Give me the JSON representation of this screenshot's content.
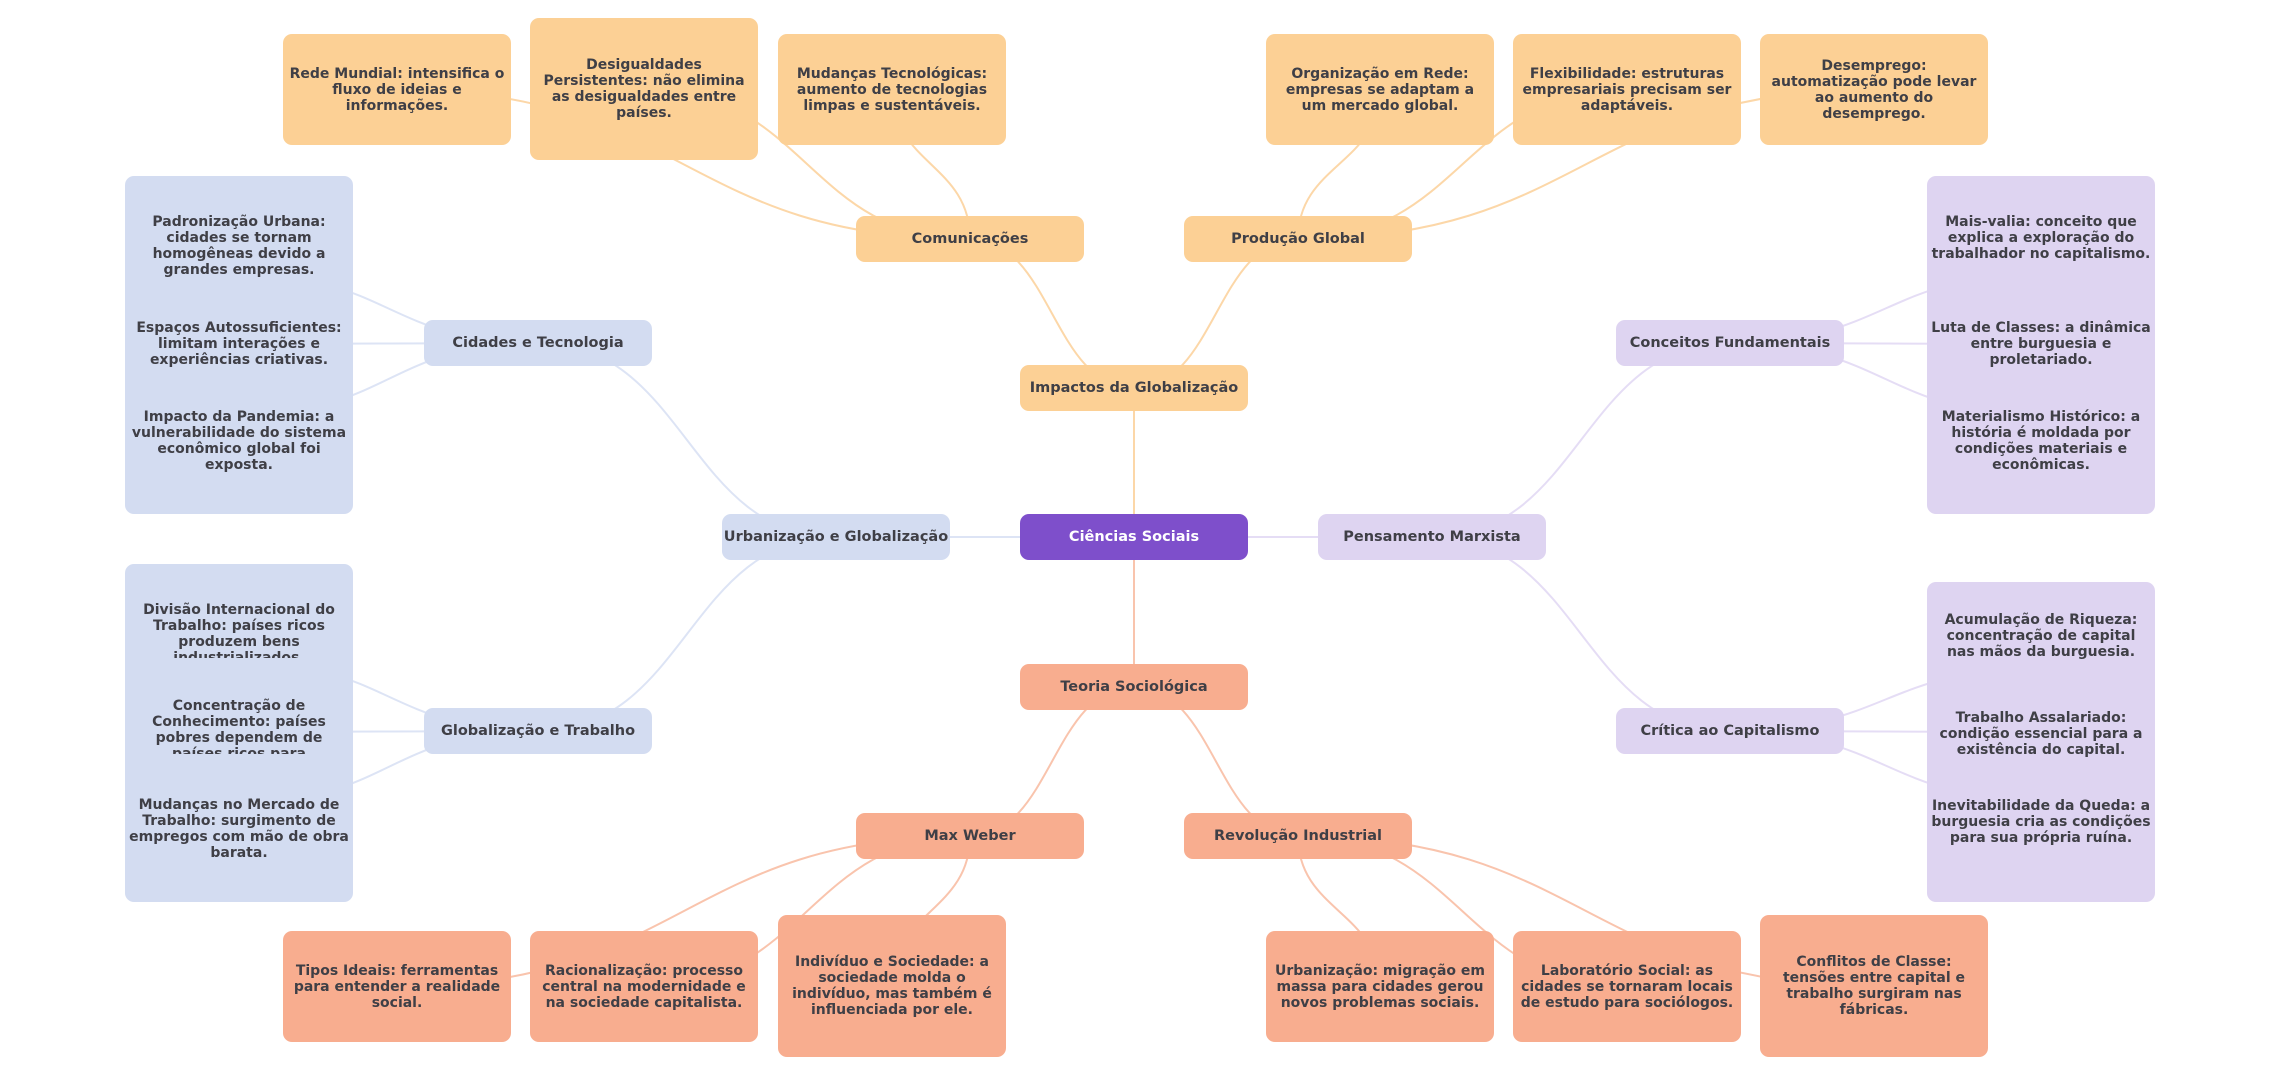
{
  "colors": {
    "root": "#7e4fcb",
    "orange": "#fcd095",
    "orange_edge": "#fcd7a8",
    "salmon": "#f8ad8f",
    "salmon_edge": "#f9c4ad",
    "blue": "#d3dcf1",
    "blue_edge": "#dde4f5",
    "purple": "#ded4f1",
    "purple_edge": "#e5ddf5",
    "text": "#3f3f46"
  },
  "root": {
    "id": "root",
    "label": "Ciências Sociais"
  },
  "branches": [
    {
      "id": "impactos",
      "label": "Impactos da Globalização",
      "color": "orange",
      "parent": "root"
    },
    {
      "id": "teoria",
      "label": "Teoria Sociológica",
      "color": "salmon",
      "parent": "root"
    },
    {
      "id": "urbanizacao",
      "label": "Urbanização e Globalização",
      "color": "blue",
      "parent": "root"
    },
    {
      "id": "marxista",
      "label": "Pensamento Marxista",
      "color": "purple",
      "parent": "root"
    },
    {
      "id": "comunicacoes",
      "label": "Comunicações",
      "color": "orange",
      "parent": "impactos"
    },
    {
      "id": "producao",
      "label": "Produção Global",
      "color": "orange",
      "parent": "impactos"
    },
    {
      "id": "weber",
      "label": "Max Weber",
      "color": "salmon",
      "parent": "teoria"
    },
    {
      "id": "revolucao",
      "label": "Revolução Industrial",
      "color": "salmon",
      "parent": "teoria"
    },
    {
      "id": "cidades",
      "label": "Cidades e Tecnologia",
      "color": "blue",
      "parent": "urbanizacao"
    },
    {
      "id": "globtrab",
      "label": "Globalização e Trabalho",
      "color": "blue",
      "parent": "urbanizacao"
    },
    {
      "id": "conceitos",
      "label": "Conceitos Fundamentais",
      "color": "purple",
      "parent": "marxista"
    },
    {
      "id": "critica",
      "label": "Crítica ao Capitalismo",
      "color": "purple",
      "parent": "marxista"
    }
  ],
  "leaves": [
    {
      "id": "rede",
      "parent": "comunicacoes",
      "color": "orange",
      "text": "Rede Mundial: intensifica o fluxo de ideias e informações."
    },
    {
      "id": "desig",
      "parent": "comunicacoes",
      "color": "orange",
      "text": "Desigualdades Persistentes: não elimina as desigualdades entre países."
    },
    {
      "id": "mudtec",
      "parent": "comunicacoes",
      "color": "orange",
      "text": "Mudanças Tecnológicas: aumento de tecnologias limpas e sustentáveis."
    },
    {
      "id": "orgrede",
      "parent": "producao",
      "color": "orange",
      "text": "Organização em Rede: empresas se adaptam a um mercado global."
    },
    {
      "id": "flex",
      "parent": "producao",
      "color": "orange",
      "text": "Flexibilidade: estruturas empresariais precisam ser adaptáveis."
    },
    {
      "id": "desemp",
      "parent": "producao",
      "color": "orange",
      "text": "Desemprego: automatização pode levar ao aumento do desemprego."
    },
    {
      "id": "tipos",
      "parent": "weber",
      "color": "salmon",
      "text": "Tipos Ideais: ferramentas para entender a realidade social."
    },
    {
      "id": "racion",
      "parent": "weber",
      "color": "salmon",
      "text": "Racionalização: processo central na modernidade e na sociedade capitalista."
    },
    {
      "id": "indiv",
      "parent": "weber",
      "color": "salmon",
      "text": "Indivíduo e Sociedade: a sociedade molda o indivíduo, mas também é influenciada por ele."
    },
    {
      "id": "urbmig",
      "parent": "revolucao",
      "color": "salmon",
      "text": "Urbanização: migração em massa para cidades gerou novos problemas sociais."
    },
    {
      "id": "lab",
      "parent": "revolucao",
      "color": "salmon",
      "text": "Laboratório Social: as cidades se tornaram locais de estudo para sociólogos."
    },
    {
      "id": "conflitos",
      "parent": "revolucao",
      "color": "salmon",
      "text": "Conflitos de Classe: tensões entre capital e trabalho surgiram nas fábricas."
    }
  ],
  "leaf_groups": [
    {
      "id": "grp-cidades",
      "parent": "cidades",
      "color": "blue",
      "items": [
        "Padronização Urbana: cidades se tornam homogêneas devido a grandes empresas.",
        "Espaços Autossuficientes: limitam interações e experiências criativas.",
        "Impacto da Pandemia: a vulnerabilidade do sistema econômico global foi exposta."
      ]
    },
    {
      "id": "grp-globtrab",
      "parent": "globtrab",
      "color": "blue",
      "items": [
        "Divisão Internacional do Trabalho: países ricos produzem bens industrializados.",
        "Concentração de Conhecimento: países pobres dependem de países ricos para tecnologia.",
        "Mudanças no Mercado de Trabalho: surgimento de empregos com mão de obra barata."
      ]
    },
    {
      "id": "grp-conceitos",
      "parent": "conceitos",
      "color": "purple",
      "items": [
        "Mais-valia: conceito que explica a exploração do trabalhador no capitalismo.",
        "Luta de Classes: a dinâmica entre burguesia e proletariado.",
        "Materialismo Histórico: a história é moldada por condições materiais e econômicas."
      ]
    },
    {
      "id": "grp-critica",
      "parent": "critica",
      "color": "purple",
      "items": [
        "Acumulação de Riqueza: concentração de capital nas mãos da burguesia.",
        "Trabalho Assalariado: condição essencial para a existência do capital.",
        "Inevitabilidade da Queda: a burguesia cria as condições para sua própria ruína."
      ]
    }
  ]
}
